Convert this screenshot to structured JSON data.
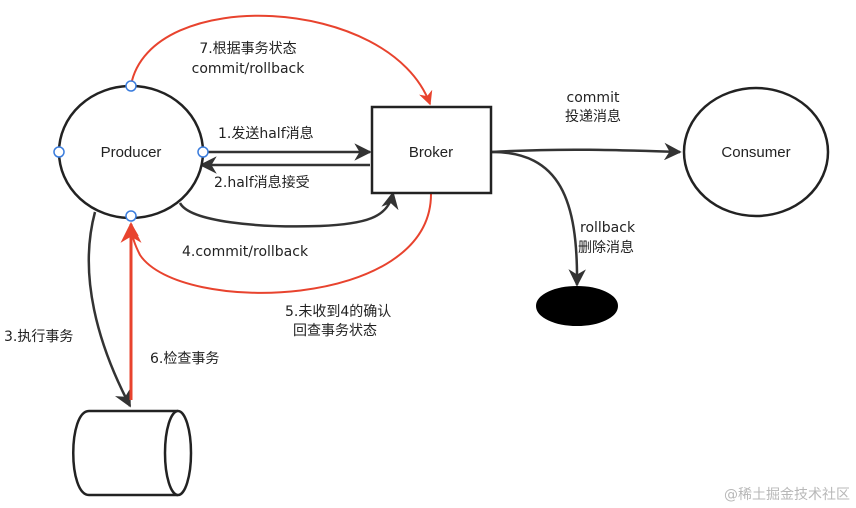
{
  "nodes": {
    "producer": "Producer",
    "broker": "Broker",
    "consumer": "Consumer"
  },
  "edges": {
    "commit_rollback_top": [
      "7.根据事务状态",
      "commit/rollback"
    ],
    "send_half": "1.发送half消息",
    "half_accepted": "2.half消息接受",
    "commit_rollback_bottom": "4.commit/rollback",
    "not_received": [
      "5.未收到4的确认",
      "回查事务状态"
    ],
    "execute_tx": "3.执行事务",
    "check_tx": "6.检查事务",
    "commit_deliver": [
      "commit",
      "投递消息"
    ],
    "rollback_delete": [
      "rollback",
      "删除消息"
    ]
  },
  "watermark": "@稀土掘金技术社区",
  "colors": {
    "line": "#333333",
    "highlight": "#e8432e",
    "port": "#3b7ddd",
    "deleted_node": "#000000"
  }
}
